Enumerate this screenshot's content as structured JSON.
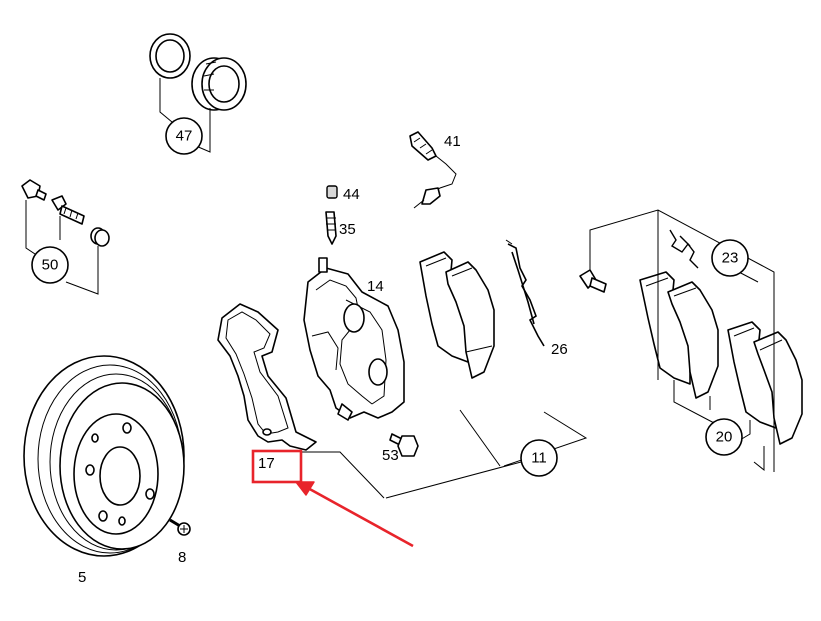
{
  "callouts": [
    {
      "id": "5",
      "label": "5"
    },
    {
      "id": "8",
      "label": "8"
    },
    {
      "id": "11",
      "label": "11"
    },
    {
      "id": "14",
      "label": "14"
    },
    {
      "id": "17",
      "label": "17"
    },
    {
      "id": "20",
      "label": "20"
    },
    {
      "id": "23",
      "label": "23"
    },
    {
      "id": "26",
      "label": "26"
    },
    {
      "id": "35",
      "label": "35"
    },
    {
      "id": "41",
      "label": "41"
    },
    {
      "id": "44",
      "label": "44"
    },
    {
      "id": "47",
      "label": "47"
    },
    {
      "id": "50",
      "label": "50"
    },
    {
      "id": "53",
      "label": "53"
    }
  ],
  "highlight": {
    "target": "17",
    "color": "#e8242b"
  }
}
